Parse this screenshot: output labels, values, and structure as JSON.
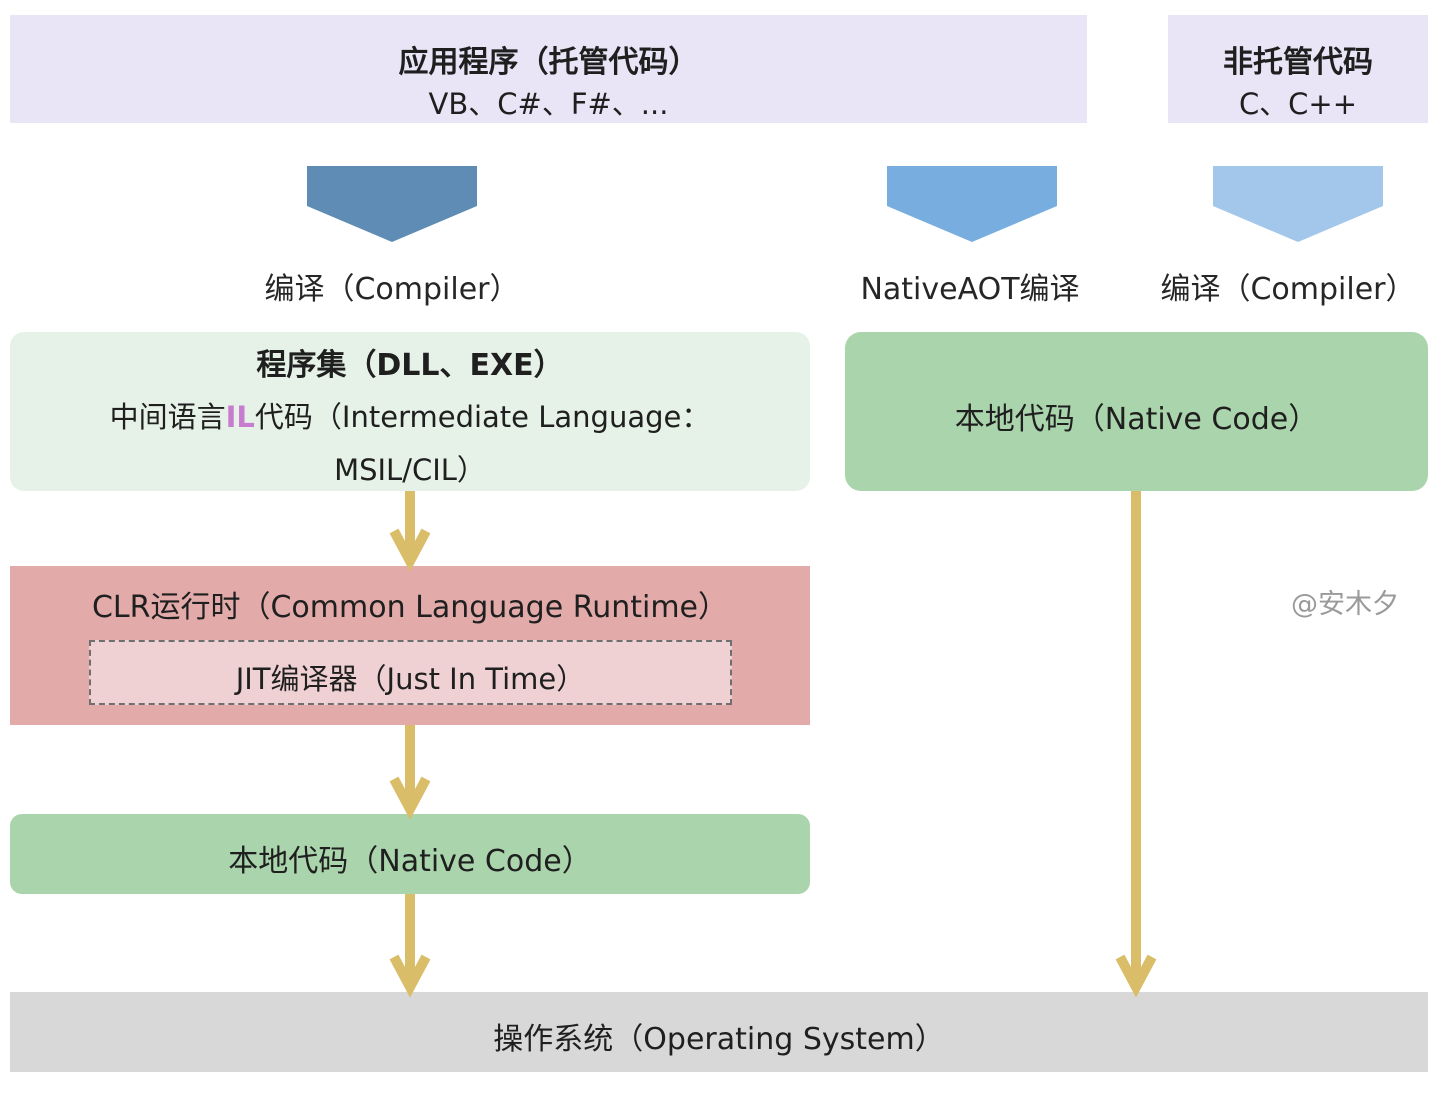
{
  "managed": {
    "title": "应用程序（托管代码）",
    "languages": "VB、C#、F#、..."
  },
  "unmanaged": {
    "title": "非托管代码",
    "languages": "C、C++"
  },
  "compile_labels": {
    "managed": "编译（Compiler）",
    "native_aot": "NativeAOT编译",
    "unmanaged": "编译（Compiler）"
  },
  "assembly": {
    "title": "程序集（DLL、EXE）",
    "il_prefix": "中间语言",
    "il_highlight": "IL",
    "il_suffix": "代码（Intermediate Language：",
    "il_line2": "MSIL/CIL）"
  },
  "native_code_right": "本地代码（Native Code）",
  "clr": {
    "title": "CLR运行时（Common Language Runtime）",
    "jit": "JIT编译器（Just In Time）"
  },
  "native_code_left": "本地代码（Native Code）",
  "os": "操作系统（Operating System）",
  "watermark": "@安木夕",
  "colors": {
    "top_box": "#e9e5f7",
    "arrow_dark": "#5f8cb5",
    "arrow_mid": "#78ade0",
    "arrow_light": "#a2c7ea",
    "assembly_box": "#e6f2e7",
    "native_box": "#aad4ac",
    "clr_box": "#e3aaaa",
    "jit_box": "#efd0d3",
    "os_box": "#d8d8d8",
    "flow_arrow": "#d9bd68"
  }
}
